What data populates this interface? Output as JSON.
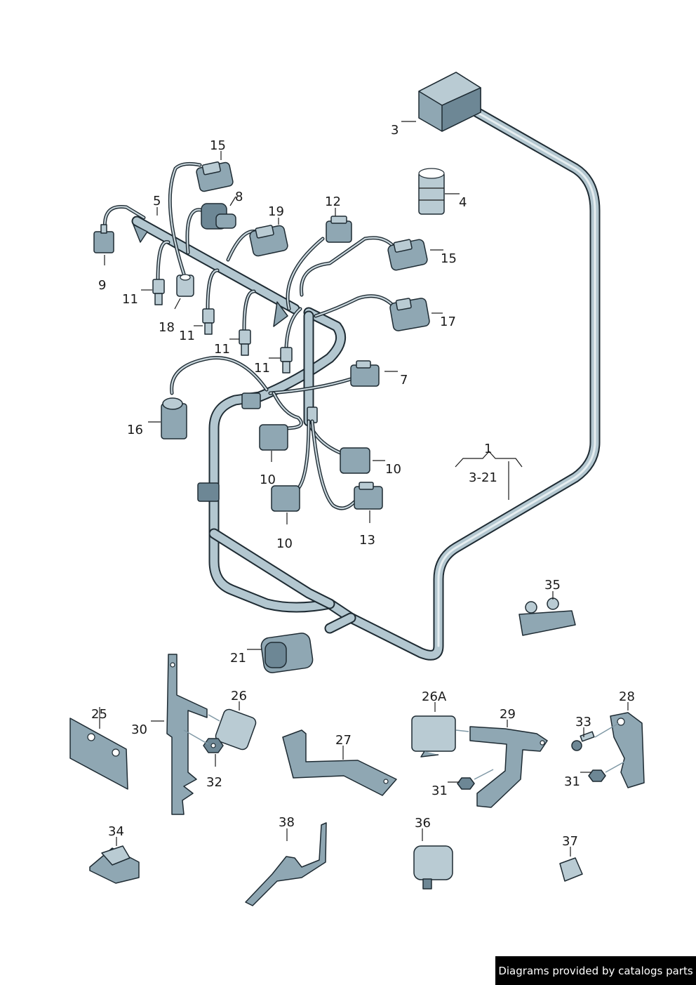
{
  "diagram": {
    "title": "Engine wiring harness parts diagram",
    "callouts": {
      "c1": "1",
      "c1_range": "3-21",
      "c3": "3",
      "c4": "4",
      "c5": "5",
      "c7": "7",
      "c8": "8",
      "c9": "9",
      "c10a": "10",
      "c10b": "10",
      "c10c": "10",
      "c11a": "11",
      "c11b": "11",
      "c11c": "11",
      "c11d": "11",
      "c12": "12",
      "c13": "13",
      "c15a": "15",
      "c15b": "15",
      "c16": "16",
      "c17": "17",
      "c18": "18",
      "c19": "19",
      "c21": "21",
      "c25": "25",
      "c26": "26",
      "c26a": "26A",
      "c27": "27",
      "c28": "28",
      "c29": "29",
      "c30": "30",
      "c31a": "31",
      "c31b": "31",
      "c32": "32",
      "c33": "33",
      "c34": "34",
      "c35": "35",
      "c36": "36",
      "c37": "37",
      "c38": "38"
    }
  },
  "footer": {
    "credit": "Diagrams provided by catalogs parts"
  },
  "colors": {
    "part_fill": "#8fa7b3",
    "part_light": "#b9cbd3",
    "outline": "#1e2b33",
    "credit_bg": "#000000"
  }
}
